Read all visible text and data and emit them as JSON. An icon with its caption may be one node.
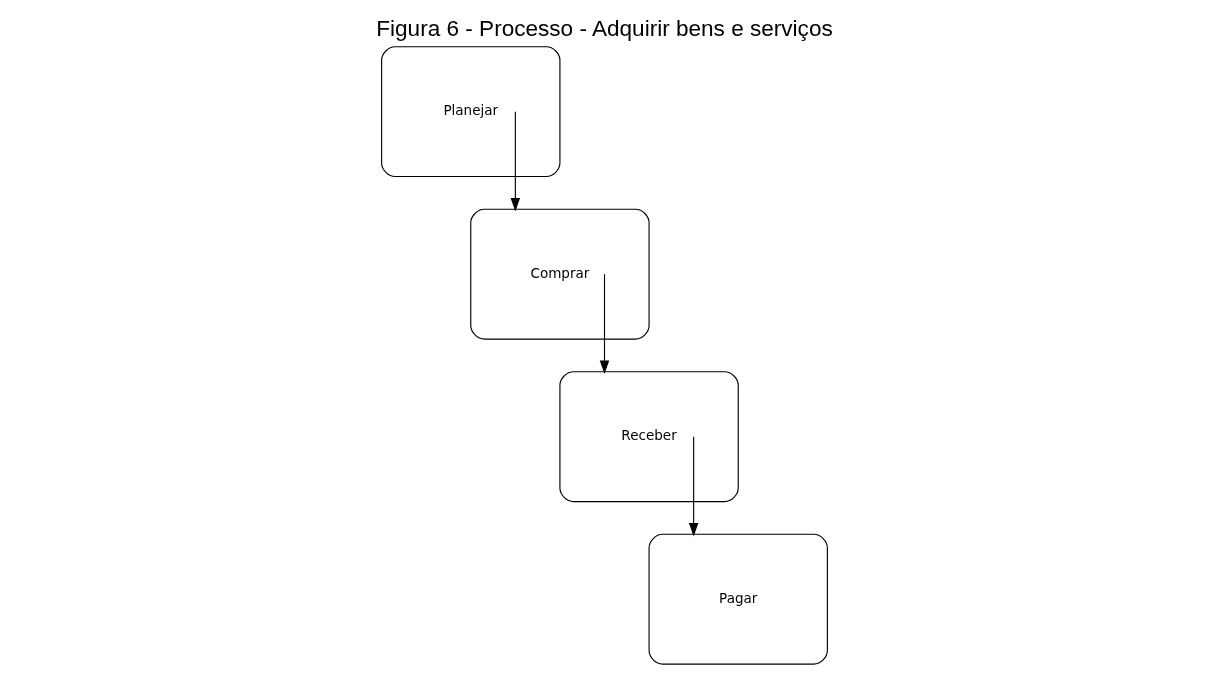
{
  "diagram": {
    "title": "Figura 6 - Processo - Adquirir bens e serviços",
    "nodes": [
      {
        "text": [
          "Planejar"
        ]
      },
      {
        "text": [
          "Comprar"
        ]
      },
      {
        "text": [
          "Receber"
        ]
      },
      {
        "text": [
          "Pagar"
        ]
      }
    ],
    "edges": [
      {
        "from": 0,
        "to": 1,
        "arrow": "to"
      },
      {
        "from": 1,
        "to": 2,
        "arrow": "to"
      },
      {
        "from": 2,
        "to": 3,
        "arrow": "to"
      }
    ]
  }
}
